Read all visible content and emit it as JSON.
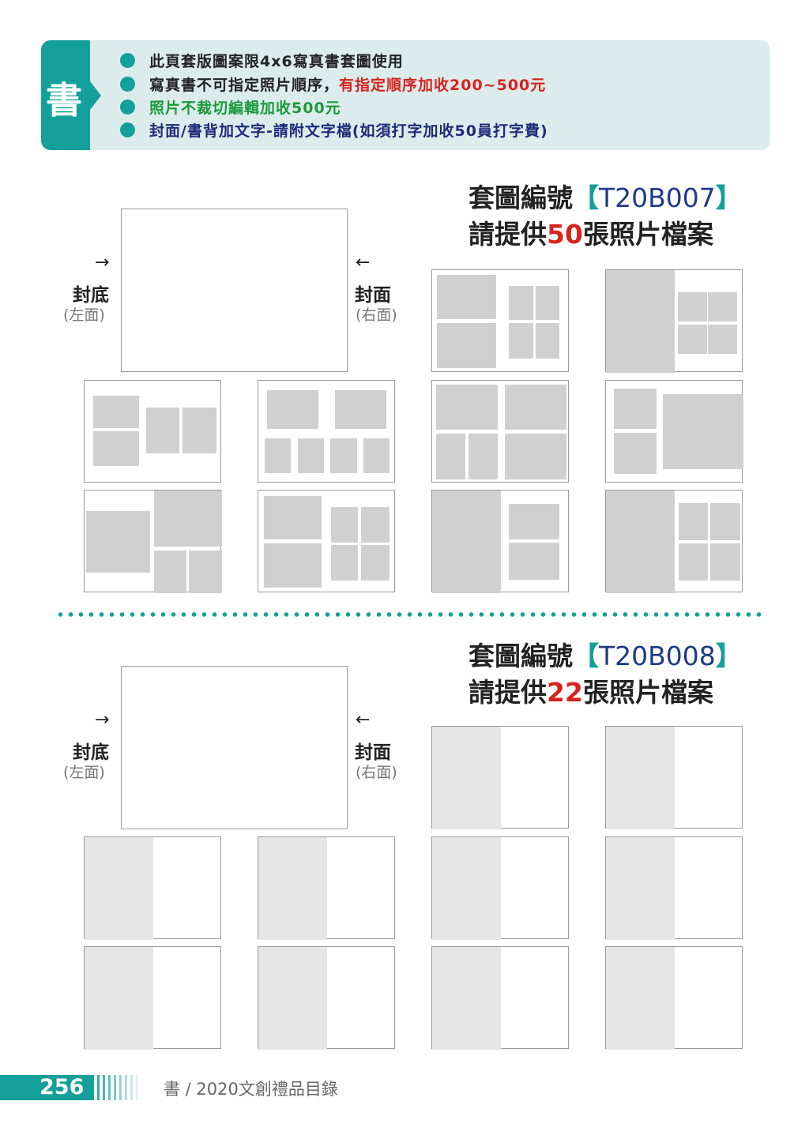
{
  "banner": {
    "tag": "書",
    "notes": [
      {
        "text": "此頁套版圖案限4x6寫真書套圖使用"
      },
      {
        "text": "寫真書不可指定照片順序，",
        "extra": "有指定順序加收200~500元"
      },
      {
        "text": "照片不裁切編輯加收500元"
      },
      {
        "text": "封面/書背加文字-請附文字檔(如須打字加收50員打字費)"
      }
    ]
  },
  "templates": [
    {
      "label": "套圖編號",
      "code": "T20B007",
      "line2_pre": "請提供",
      "count": "50",
      "line2_post": "張照片檔案"
    },
    {
      "label": "套圖編號",
      "code": "T20B008",
      "line2_pre": "請提供",
      "count": "22",
      "line2_post": "張照片檔案"
    }
  ],
  "brackets": {
    "open": "【",
    "close": "】"
  },
  "cover_labels": {
    "arrow_right": "→",
    "arrow_left": "←",
    "back": "封底",
    "back_sub": "(左面)",
    "front": "封面",
    "front_sub": "(右面)"
  },
  "footer": {
    "page": "256",
    "text": "書 / 2020文創禮品目錄"
  },
  "colors": {
    "teal": "#14a09a",
    "red": "#d8221d",
    "green": "#1a9a3a",
    "navy": "#1e2a7a"
  }
}
